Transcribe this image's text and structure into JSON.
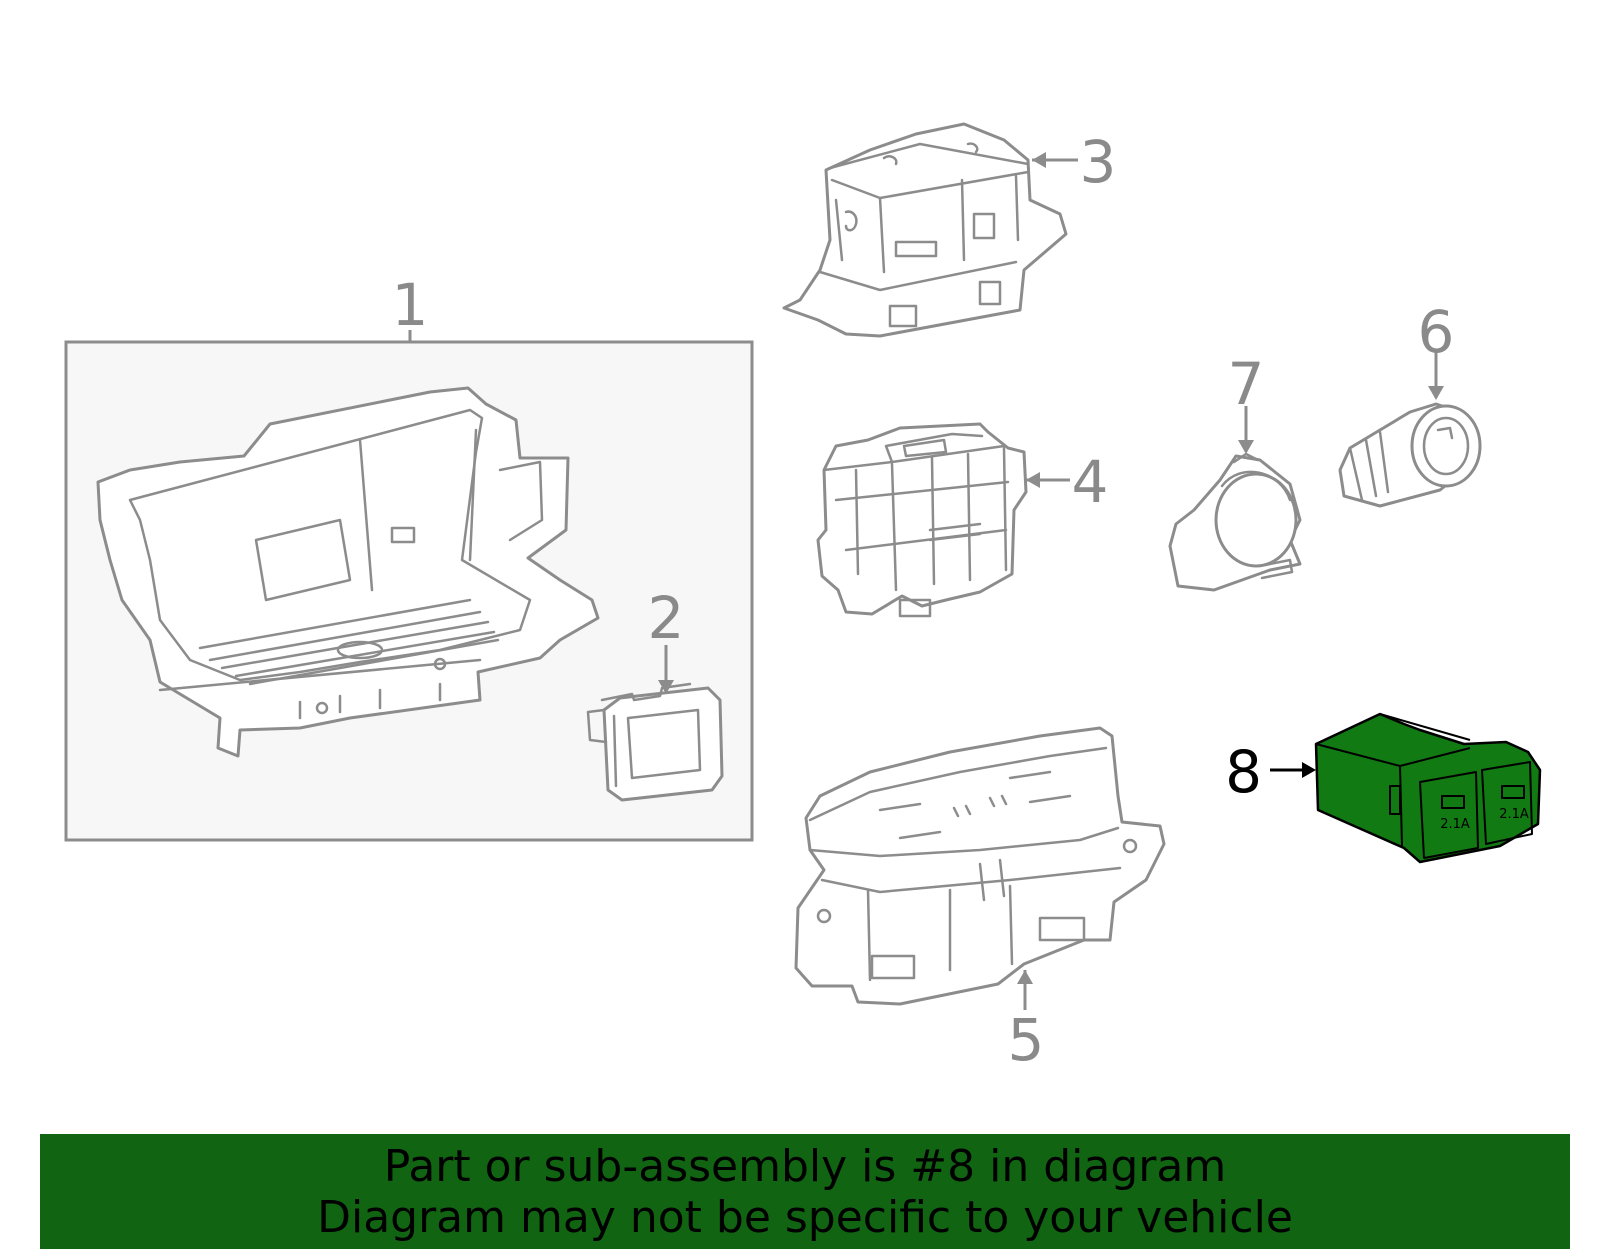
{
  "callouts": {
    "c1": "1",
    "c2": "2",
    "c3": "3",
    "c4": "4",
    "c5": "5",
    "c6": "6",
    "c7": "7",
    "c8": "8"
  },
  "usb_port_labels": {
    "left": "2.1A",
    "right": "2.1A"
  },
  "highlighted_part": "8",
  "colors": {
    "highlight": "#127a12",
    "banner": "#116411",
    "line_art": "#8c8c8c",
    "box_fill": "#f7f7f7"
  },
  "banner": {
    "line1": "Part or sub-assembly is #8 in diagram",
    "line2": "Diagram may not be specific to your vehicle"
  }
}
